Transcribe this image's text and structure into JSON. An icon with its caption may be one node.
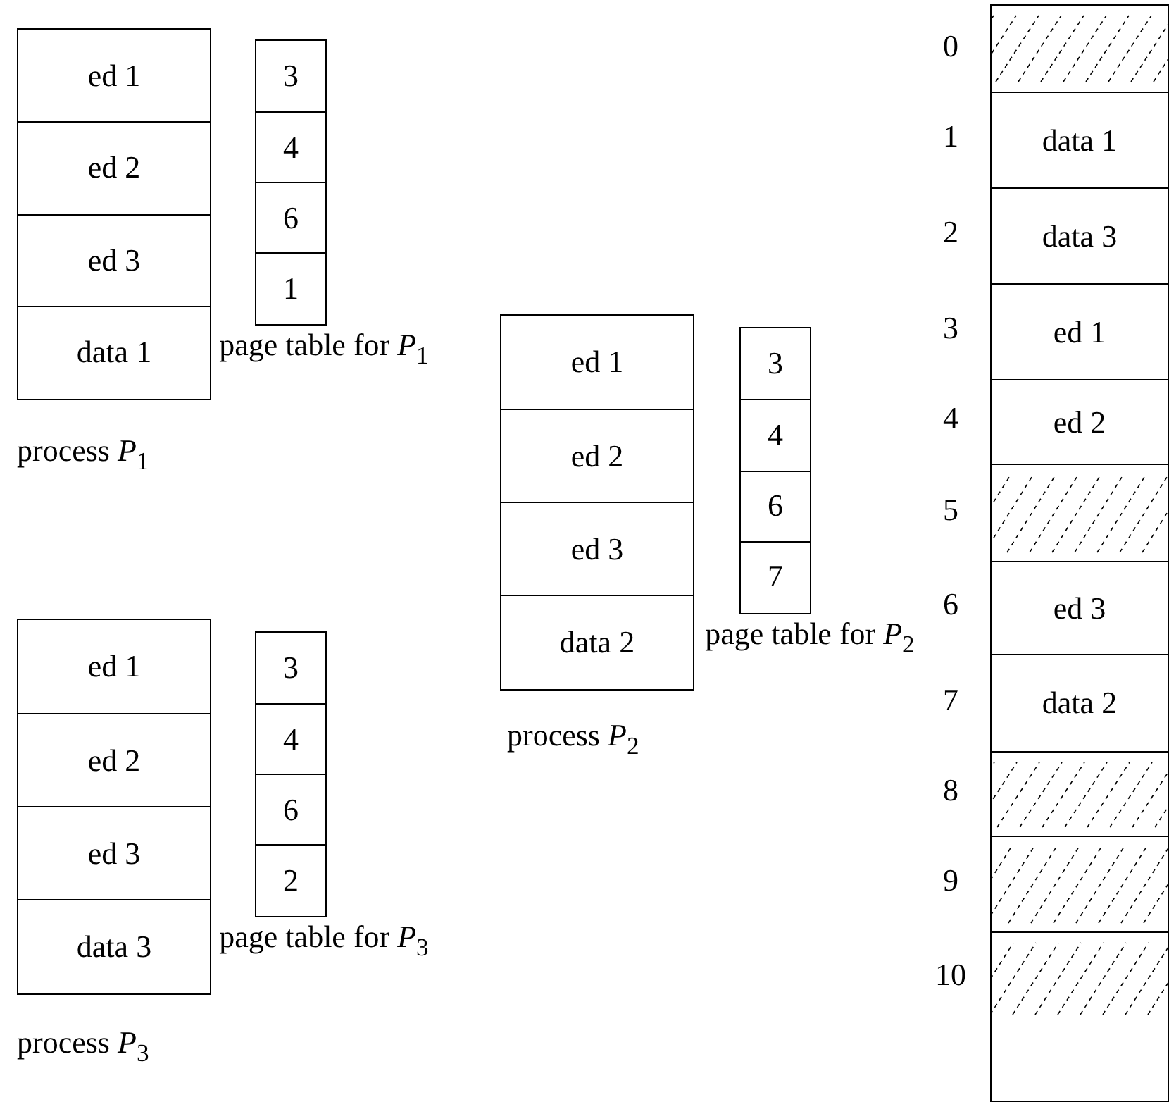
{
  "diagram": {
    "nodes": [
      {
        "text": [],
        "shape": "box",
        "beside": [
          "process *P*$_{1}$"
        ]
      },
      {
        "text": [
          "ed 1"
        ],
        "in": 0
      },
      {
        "text": [
          "ed 2"
        ],
        "in": 0
      },
      {
        "text": [
          "ed 3"
        ],
        "in": 0
      },
      {
        "text": [
          "data 1"
        ],
        "in": 0
      },
      {
        "text": [],
        "shape": "box",
        "beside": [
          "page table for *P*$_{1}$"
        ]
      },
      {
        "text": [
          "3"
        ],
        "in": 5
      },
      {
        "text": [
          "4"
        ],
        "in": 5
      },
      {
        "text": [
          "6"
        ],
        "in": 5
      },
      {
        "text": [
          "1"
        ],
        "in": 5
      },
      {
        "text": [],
        "shape": "box",
        "beside": [
          "process *P*$_{2}$"
        ]
      },
      {
        "text": [
          "ed 1"
        ],
        "in": 10
      },
      {
        "text": [
          "ed 2"
        ],
        "in": 10
      },
      {
        "text": [
          "ed 3"
        ],
        "in": 10
      },
      {
        "text": [
          "data 2"
        ],
        "in": 10
      },
      {
        "text": [],
        "shape": "box",
        "beside": [
          "page table for *P*$_{2}$"
        ]
      },
      {
        "text": [
          "3"
        ],
        "in": 15
      },
      {
        "text": [
          "4"
        ],
        "in": 15
      },
      {
        "text": [
          "6"
        ],
        "in": 15
      },
      {
        "text": [
          "7"
        ],
        "in": 15
      },
      {
        "text": [],
        "shape": "box",
        "beside": [
          "process *P*$_{3}$"
        ]
      },
      {
        "text": [
          "ed 1"
        ],
        "in": 20
      },
      {
        "text": [
          "ed 2"
        ],
        "in": 20
      },
      {
        "text": [
          "ed 3"
        ],
        "in": 20
      },
      {
        "text": [
          "data 3"
        ],
        "in": 20
      },
      {
        "text": [],
        "shape": "box",
        "beside": [
          "page table for *P*$_{3}$"
        ]
      },
      {
        "text": [
          "3"
        ],
        "in": 25
      },
      {
        "text": [
          "4"
        ],
        "in": 25
      },
      {
        "text": [
          "6"
        ],
        "in": 25
      },
      {
        "text": [
          "2"
        ],
        "in": 25
      },
      {
        "text": [],
        "shape": "box"
      },
      {
        "text": [],
        "shape": "box",
        "in": 30,
        "beside": [
          "0"
        ]
      },
      {
        "text": [
          "data 1"
        ],
        "in": 30,
        "beside": [
          "1"
        ]
      },
      {
        "text": [
          "data 3"
        ],
        "in": 30,
        "beside": [
          "2"
        ]
      },
      {
        "text": [
          "ed 1"
        ],
        "in": 30,
        "beside": [
          "3"
        ]
      },
      {
        "text": [
          "ed 2"
        ],
        "in": 30,
        "beside": [
          "4"
        ]
      },
      {
        "text": [],
        "shape": "box",
        "in": 30,
        "beside": [
          "5"
        ]
      },
      {
        "text": [
          "ed 3"
        ],
        "in": 30,
        "beside": [
          "6"
        ]
      },
      {
        "text": [
          "data 2"
        ],
        "in": 30,
        "beside": [
          "7"
        ]
      },
      {
        "text": [],
        "shape": "box",
        "in": 30,
        "beside": [
          "8"
        ]
      },
      {
        "text": [],
        "shape": "box",
        "in": 30,
        "beside": [
          "9"
        ]
      },
      {
        "text": [],
        "shape": "box",
        "in": 30,
        "beside": [
          "10"
        ]
      }
    ]
  }
}
